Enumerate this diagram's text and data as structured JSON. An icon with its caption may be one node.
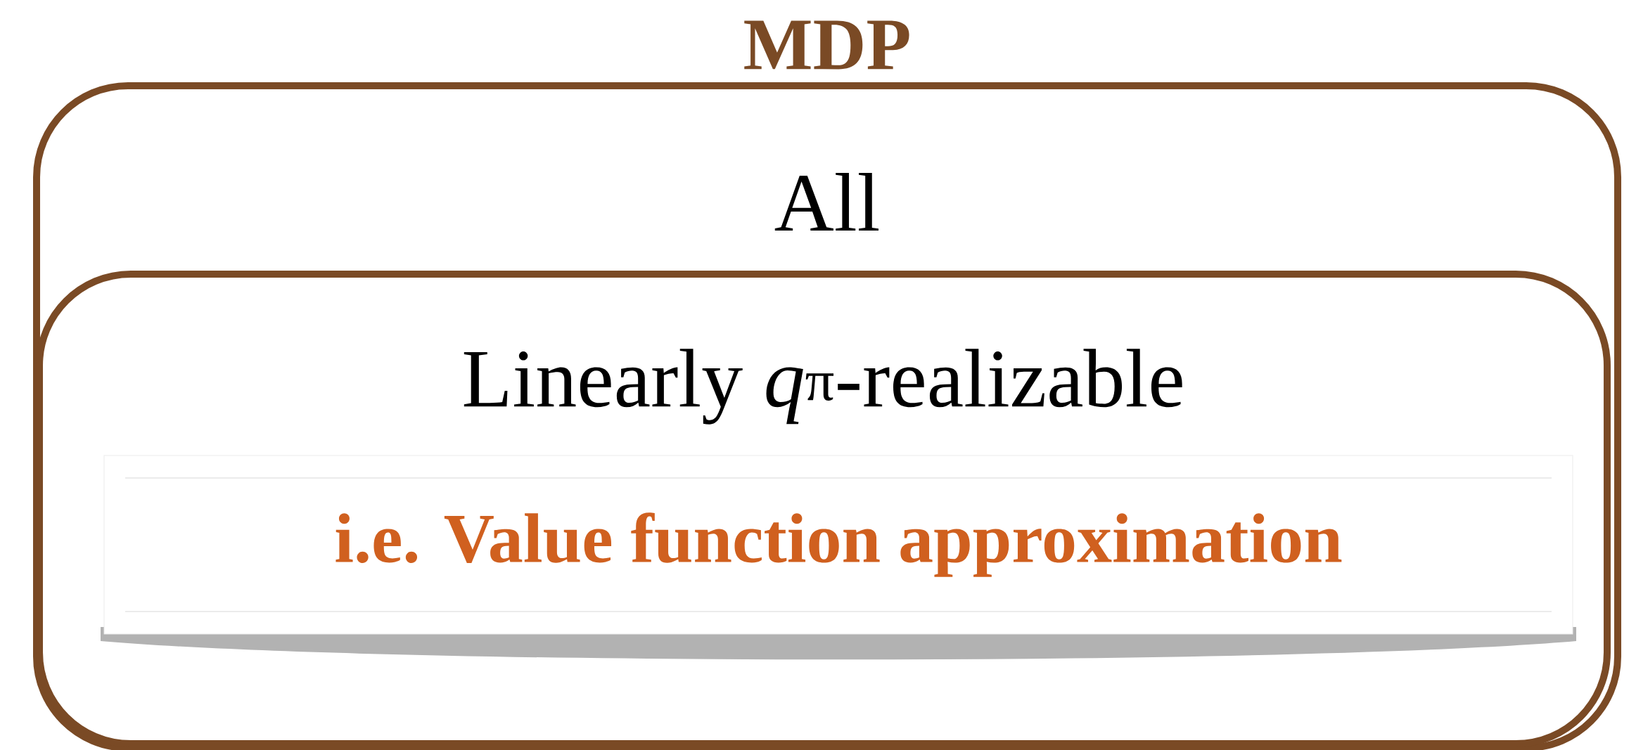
{
  "diagram": {
    "nodes": [
      {
        "text": [
          "MDP",
          "All"
        ]
      },
      {
        "text": [
          "Linearly *q*$^{π}$-realizable"
        ],
        "in": 0
      },
      {
        "text": [
          "i.e. Value function approximation"
        ],
        "in": 1
      }
    ]
  }
}
